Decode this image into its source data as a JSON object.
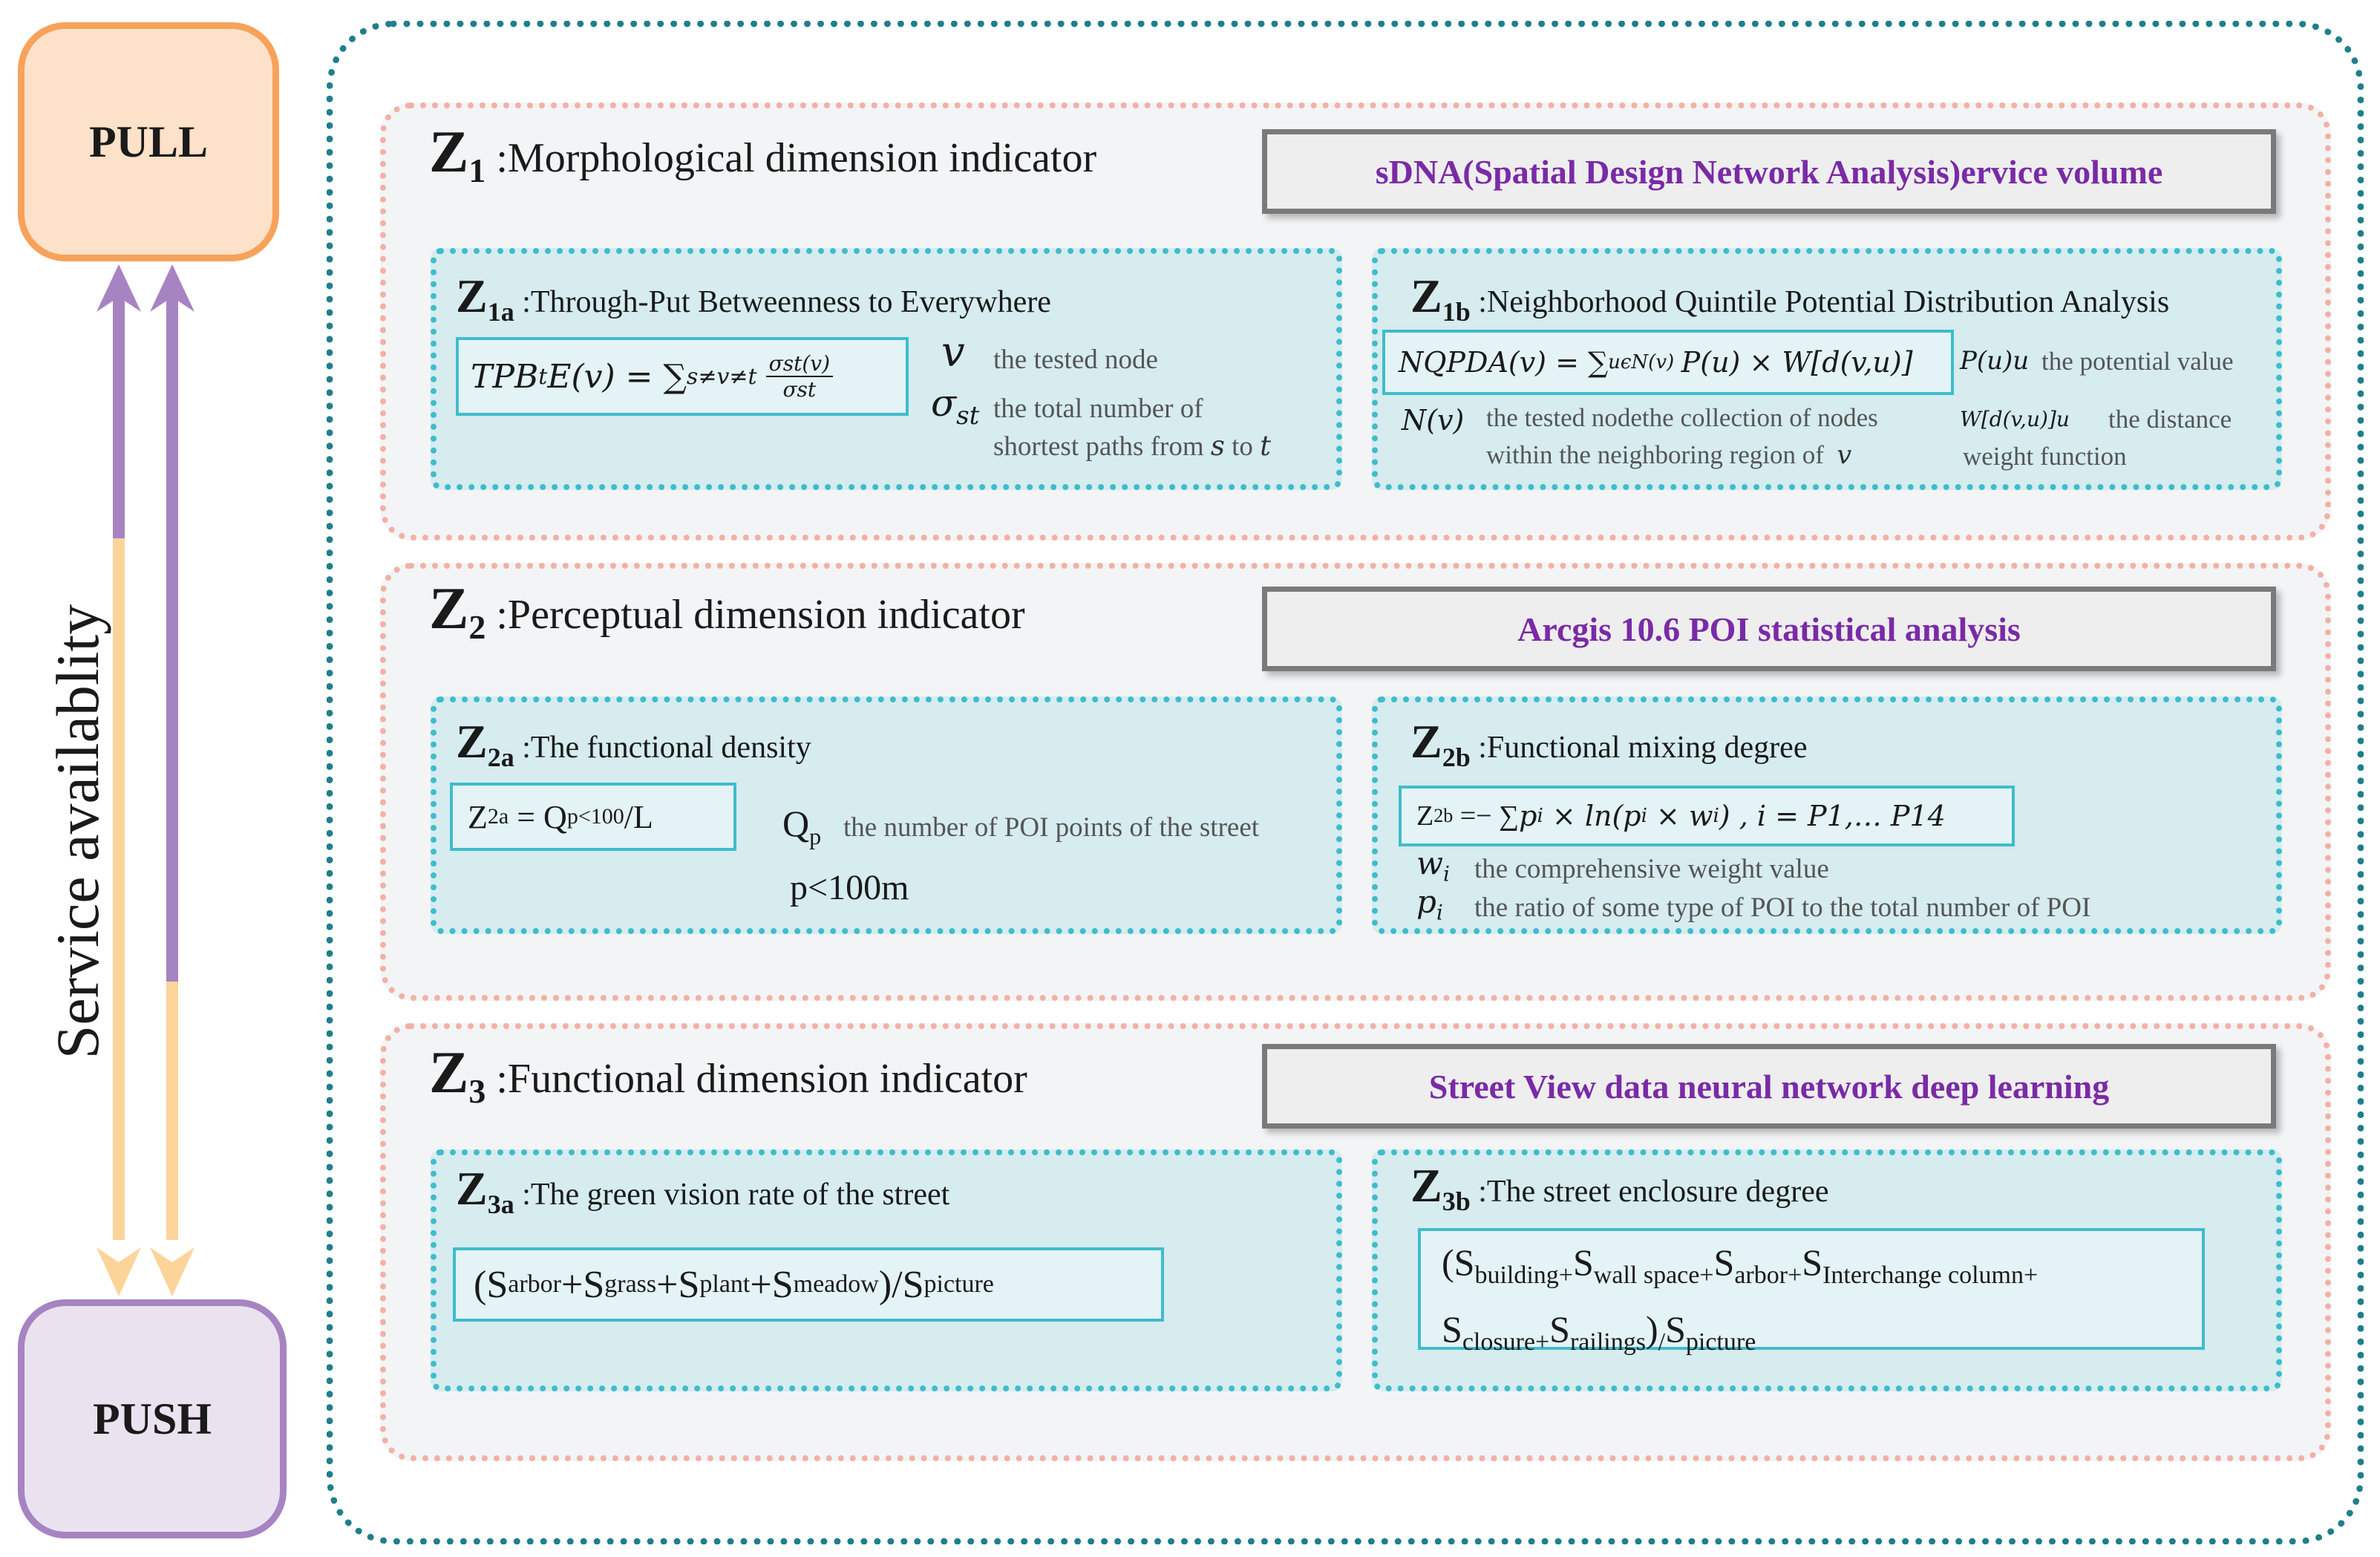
{
  "pull_label": "PULL",
  "push_label": "PUSH",
  "axis_label": "Service availablity",
  "sections": [
    {
      "z": "Z",
      "z_sub": "1",
      "title": ":Morphological dimension indicator",
      "method": "sDNA(Spatial Design Network Analysis)ervice volume",
      "cards": [
        {
          "z": "Z",
          "z_sub": "1a",
          "title": ":Through-Put Betweenness to Everywhere",
          "formula_lhs": "TPB",
          "formula_lhs_sub": "t",
          "formula_rhs": "E(v) = ∑",
          "formula_sum_sub": "s≠v≠t",
          "formula_num": "σst(v)",
          "formula_den": "σst",
          "sym1": "v",
          "desc1": "the tested node",
          "sym2": "σ",
          "sym2_sub": "st",
          "desc2a": "the total number of",
          "desc2b": "shortest paths from",
          "desc2_s": "s",
          "desc2_to": "to",
          "desc2_t": "t"
        },
        {
          "z": "Z",
          "z_sub": "1b",
          "title": ":Neighborhood Quintile Potential Distribution Analysis",
          "formula": "NQPDA(v) = ∑",
          "formula_sub": "uϵN(v)",
          "formula_tail": "P(u) × W[d(v,u)]",
          "sym_pu": "P(u)u",
          "desc_pu": "the potential value",
          "sym_nv": "N(v)",
          "desc_nv_a": "the tested nodethe collection of nodes",
          "desc_nv_b": "within the neighboring region of",
          "desc_nv_v": "v",
          "sym_w": "W[d(v,u)]u",
          "desc_w_a": "the distance",
          "desc_w_b": "weight function"
        }
      ]
    },
    {
      "z": "Z",
      "z_sub": "2",
      "title": ":Perceptual dimension indicator",
      "method": "Arcgis 10.6 POI statistical analysis",
      "cards": [
        {
          "z": "Z",
          "z_sub": "2a",
          "title": ":The functional density",
          "f_a": "Z",
          "f_a_sub": "2a",
          "f_b": " = Q",
          "f_b_sub": "p<100",
          "f_c": "/L",
          "sym_q": "Q",
          "sym_q_sub": "p",
          "desc_q": "the number of POI points of the street",
          "note": "p<100m"
        },
        {
          "z": "Z",
          "z_sub": "2b",
          "title": ":Functional mixing degree",
          "f_a": "Z",
          "f_a_sub": "2b",
          "f_b": " =− ∑",
          "f_p": "p",
          "f_p_sub": "i",
          "f_x": " × ln(",
          "f_p2": "p",
          "f_p2_sub": "i",
          "f_x2": " × ",
          "f_w": "w",
          "f_w_sub": "i",
          "f_end": ") , i = P1,… P14",
          "sym_w": "w",
          "sym_w_sub": "i",
          "desc_w": "the comprehensive weight value",
          "sym_p": "p",
          "sym_p_sub": "i",
          "desc_p": "the ratio of some type of POI to the total number of POI"
        }
      ]
    },
    {
      "z": "Z",
      "z_sub": "3",
      "title": ":Functional dimension indicator",
      "method": "Street View data neural network deep learning",
      "cards": [
        {
          "z": "Z",
          "z_sub": "3a",
          "title": ":The green vision rate of the street",
          "t1": "(S",
          "s1": "arbor",
          "t2": "+S",
          "s2": "grass",
          "t3": "+S",
          "s3": "plant",
          "t4": "+S",
          "s4": "meadow",
          "t5": ")/S",
          "s5": "picture"
        },
        {
          "z": "Z",
          "z_sub": "3b",
          "title": ":The street enclosure degree",
          "l1_t1": "(S",
          "l1_s1": "building+",
          "l1_t2": "S",
          "l1_s2": "wall space+",
          "l1_t3": "S",
          "l1_s3": "arbor+",
          "l1_t4": "S",
          "l1_s4": "Interchange column+",
          "l2_t1": "S",
          "l2_s1": "closure+",
          "l2_t2": "S",
          "l2_s2": "railings",
          "l2_t3": ")",
          "l2_s3": "/",
          "l2_t4": "S",
          "l2_s4": "picture"
        }
      ]
    }
  ]
}
